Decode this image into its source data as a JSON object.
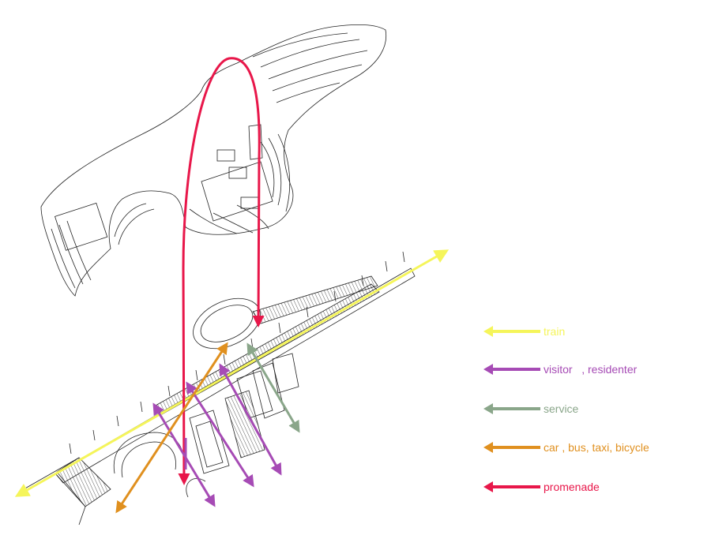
{
  "legend": {
    "items": [
      {
        "label": "train",
        "color": "#f5f55a"
      },
      {
        "label": "visitor   , residenter",
        "color": "#a64bb5"
      },
      {
        "label": "service",
        "color": "#8aa68a"
      },
      {
        "label": "car , bus, taxi, bicycle",
        "color": "#e0901f"
      },
      {
        "label": "promenade",
        "color": "#e8174a"
      }
    ]
  },
  "colors": {
    "linework": "#222222",
    "train": "#f5f55a",
    "visitor": "#a64bb5",
    "service": "#8aa68a",
    "car": "#e0901f",
    "promenade": "#e8174a"
  }
}
